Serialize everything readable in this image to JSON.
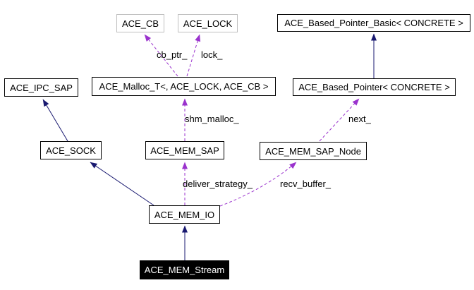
{
  "diagram": {
    "type": "class-collaboration-graph",
    "colors": {
      "inheritance_edge": "#191970",
      "usage_edge": "#9a32cd",
      "node_border": "#000000",
      "external_node_border": "#bfbfbf",
      "node_background": "#ffffff",
      "focus_node_background": "#000000",
      "focus_node_text": "#ffffff"
    },
    "nodes": {
      "ace_cb": {
        "label": "ACE_CB",
        "style": "external"
      },
      "ace_lock": {
        "label": "ACE_LOCK",
        "style": "external"
      },
      "ace_based_pointer_basic": {
        "label": "ACE_Based_Pointer_Basic< CONCRETE >",
        "style": "normal"
      },
      "ace_ipc_sap": {
        "label": "ACE_IPC_SAP",
        "style": "normal"
      },
      "ace_malloc_t": {
        "label": "ACE_Malloc_T<, ACE_LOCK, ACE_CB >",
        "style": "normal"
      },
      "ace_based_pointer": {
        "label": "ACE_Based_Pointer< CONCRETE >",
        "style": "normal"
      },
      "ace_sock": {
        "label": "ACE_SOCK",
        "style": "normal"
      },
      "ace_mem_sap": {
        "label": "ACE_MEM_SAP",
        "style": "normal"
      },
      "ace_mem_sap_node": {
        "label": "ACE_MEM_SAP_Node",
        "style": "normal"
      },
      "ace_mem_io": {
        "label": "ACE_MEM_IO",
        "style": "normal"
      },
      "ace_mem_stream": {
        "label": "ACE_MEM_Stream",
        "style": "focus"
      }
    },
    "inheritance_edges": [
      {
        "from": "ACE_MEM_Stream",
        "to": "ACE_MEM_IO"
      },
      {
        "from": "ACE_MEM_IO",
        "to": "ACE_SOCK"
      },
      {
        "from": "ACE_SOCK",
        "to": "ACE_IPC_SAP"
      },
      {
        "from": "ACE_Based_Pointer< CONCRETE >",
        "to": "ACE_Based_Pointer_Basic< CONCRETE >"
      }
    ],
    "usage_edges": [
      {
        "from": "ACE_Malloc_T<, ACE_LOCK, ACE_CB >",
        "to": "ACE_CB",
        "label": "cb_ptr_"
      },
      {
        "from": "ACE_Malloc_T<, ACE_LOCK, ACE_CB >",
        "to": "ACE_LOCK",
        "label": "lock_"
      },
      {
        "from": "ACE_MEM_SAP",
        "to": "ACE_Malloc_T<, ACE_LOCK, ACE_CB >",
        "label": "shm_malloc_"
      },
      {
        "from": "ACE_MEM_SAP_Node",
        "to": "ACE_Based_Pointer< CONCRETE >",
        "label": "next_"
      },
      {
        "from": "ACE_MEM_IO",
        "to": "ACE_MEM_SAP",
        "label": "deliver_strategy_"
      },
      {
        "from": "ACE_MEM_IO",
        "to": "ACE_MEM_SAP_Node",
        "label": "recv_buffer_"
      }
    ]
  }
}
